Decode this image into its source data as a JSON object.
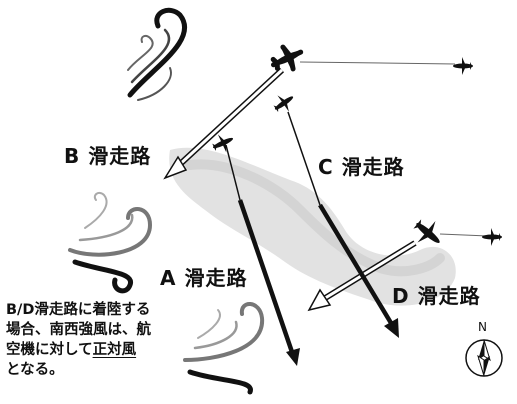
{
  "labels": {
    "runway_b": "B 滑走路",
    "runway_c": "C 滑走路",
    "runway_a": "A 滑走路",
    "runway_d": "D 滑走路"
  },
  "note": {
    "line1": "B/D滑走路に着陸する",
    "line2": "場合、南西強風は、航",
    "line3_prefix": "空機に対して",
    "line3_underlined": "正対風",
    "line4": "となる。"
  },
  "compass": {
    "north": "N"
  },
  "colors": {
    "ink": "#111111",
    "runway_area": "#dcdcdc",
    "arrow_fill": "#ffffff"
  }
}
